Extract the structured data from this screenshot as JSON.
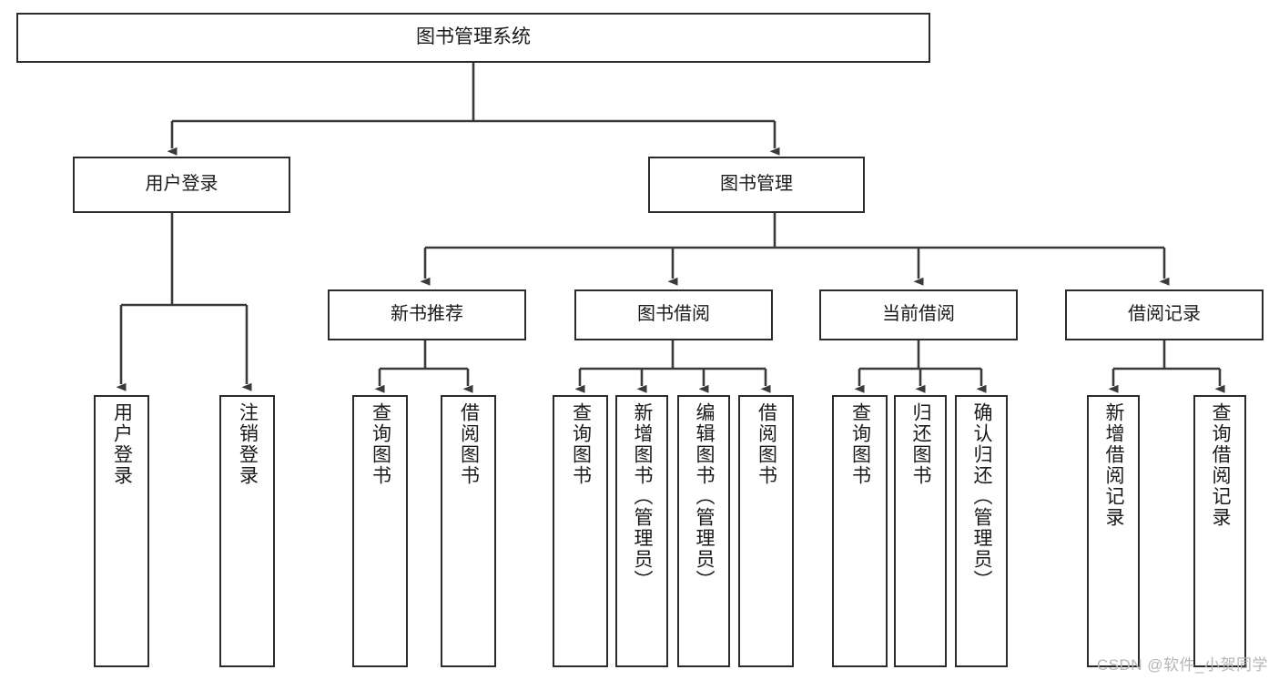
{
  "diagram": {
    "title": "图书管理系统",
    "type": "tree",
    "watermark": "CSDN @软件_小贺同学",
    "colors": {
      "box_border": "#2b2b2b",
      "box_fill": "#ffffff",
      "edge": "#3a3a3a",
      "text": "#1a1a1a",
      "watermark": "#b6b6b6"
    },
    "nodes": {
      "root": {
        "label": "图书管理系统"
      },
      "level1": [
        {
          "id": "user-login",
          "label": "用户登录"
        },
        {
          "id": "book-manage",
          "label": "图书管理"
        }
      ],
      "level2": [
        {
          "id": "new-book-recommend",
          "label": "新书推荐"
        },
        {
          "id": "book-borrow",
          "label": "图书借阅"
        },
        {
          "id": "current-borrow",
          "label": "当前借阅"
        },
        {
          "id": "borrow-record",
          "label": "借阅记录"
        }
      ],
      "leaves": {
        "user-login": [
          {
            "id": "leaf-user-login",
            "label": "用户登录"
          },
          {
            "id": "leaf-user-logout",
            "label": "注销登录"
          }
        ],
        "new-book-recommend": [
          {
            "id": "leaf-query-book-1",
            "label": "查询图书"
          },
          {
            "id": "leaf-borrow-book-1",
            "label": "借阅图书"
          }
        ],
        "book-borrow": [
          {
            "id": "leaf-query-book-2",
            "label": "查询图书"
          },
          {
            "id": "leaf-add-book",
            "label": "新增图书（管理员）"
          },
          {
            "id": "leaf-edit-book",
            "label": "编辑图书（管理员）"
          },
          {
            "id": "leaf-borrow-book-2",
            "label": "借阅图书"
          }
        ],
        "current-borrow": [
          {
            "id": "leaf-query-book-3",
            "label": "查询图书"
          },
          {
            "id": "leaf-return-book",
            "label": "归还图书"
          },
          {
            "id": "leaf-confirm-return",
            "label": "确认归还（管理员）"
          }
        ],
        "borrow-record": [
          {
            "id": "leaf-add-record",
            "label": "新增借阅记录"
          },
          {
            "id": "leaf-query-record",
            "label": "查询借阅记录"
          }
        ]
      }
    }
  }
}
